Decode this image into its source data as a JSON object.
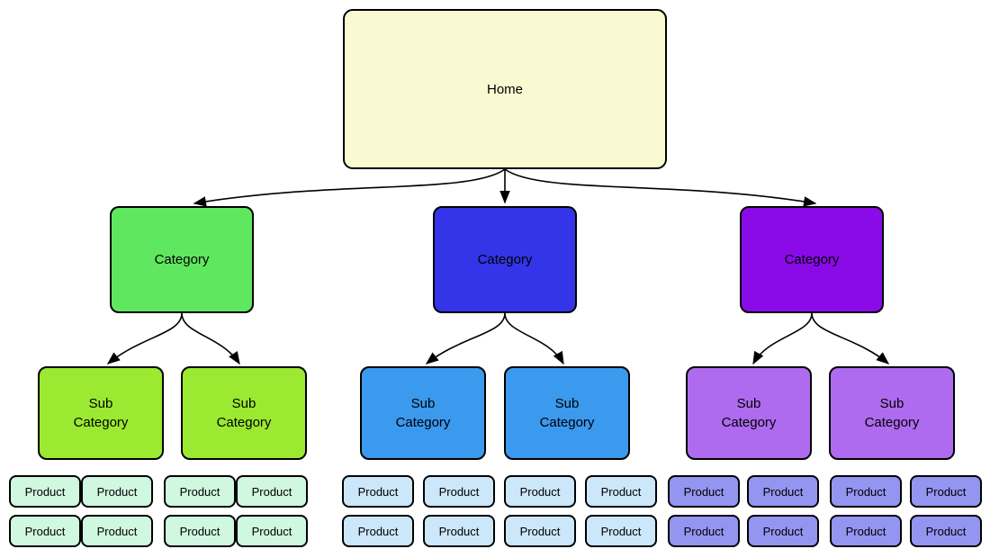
{
  "diagram": {
    "type": "sitemap-tree",
    "background": "#FFFFFF",
    "edge_color": "#000000",
    "node_border_color": "#000000",
    "text_color": "#000000",
    "nodes": {
      "home": {
        "label": "Home",
        "fill": "#FAFAD2"
      },
      "category": {
        "label": "Category"
      },
      "subcategory": {
        "label": "Sub\nCategory"
      },
      "product": {
        "label": "Product"
      }
    },
    "branches": [
      {
        "name": "left",
        "category_fill": "#5FE75F",
        "subcategory_fill": "#9BE930",
        "product_fill": "#D0F7E0",
        "subcategory_count": 2,
        "product_count": 8
      },
      {
        "name": "middle",
        "category_fill": "#3434E8",
        "subcategory_fill": "#3B99EE",
        "product_fill": "#CCE6FA",
        "subcategory_count": 2,
        "product_count": 8
      },
      {
        "name": "right",
        "category_fill": "#8A0BE8",
        "subcategory_fill": "#AE6BEF",
        "product_fill": "#9495F0",
        "subcategory_count": 2,
        "product_count": 8
      }
    ],
    "edges": [
      {
        "from": "home",
        "to": "category-1"
      },
      {
        "from": "home",
        "to": "category-2"
      },
      {
        "from": "home",
        "to": "category-3"
      },
      {
        "from": "category-1",
        "to": "subcategory-1-1"
      },
      {
        "from": "category-1",
        "to": "subcategory-1-2"
      },
      {
        "from": "category-2",
        "to": "subcategory-2-1"
      },
      {
        "from": "category-2",
        "to": "subcategory-2-2"
      },
      {
        "from": "category-3",
        "to": "subcategory-3-1"
      },
      {
        "from": "category-3",
        "to": "subcategory-3-2"
      }
    ]
  }
}
